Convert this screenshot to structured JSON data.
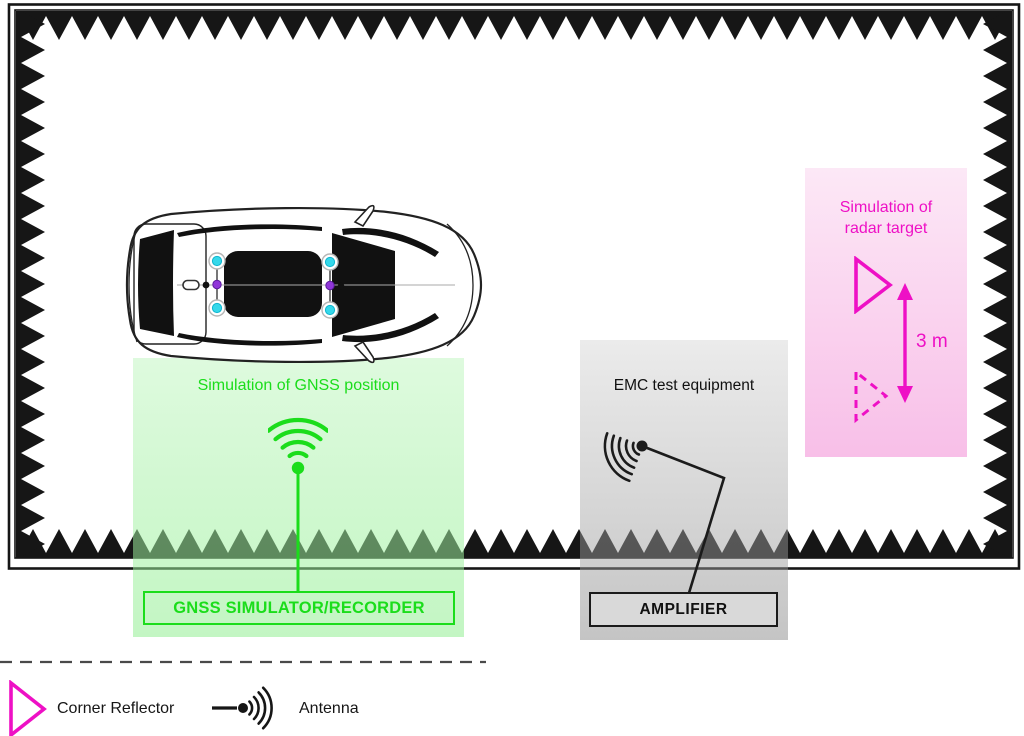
{
  "diagram": {
    "gnss": {
      "area_label": "Simulation of GNSS position",
      "device_label": "GNSS SIMULATOR/RECORDER"
    },
    "emc": {
      "area_label": "EMC test equipment",
      "device_label": "AMPLIFIER"
    },
    "radar": {
      "area_label": "Simulation of\nradar target",
      "distance_label": "3 m"
    },
    "legend": {
      "corner_reflector_label": "Corner Reflector",
      "antenna_label": "Antenna"
    },
    "colors": {
      "gnss_green": "#1bdd1b",
      "radar_magenta": "#ee10c5",
      "absorber_dark": "#161616"
    },
    "icons": {
      "gnss_antenna": "wifi-arcs-over-dot",
      "emc_antenna": "left-facing-arc-antenna",
      "corner_reflector": "right-pointing-triangle",
      "corner_reflector_ghost": "dashed-right-pointing-triangle"
    }
  }
}
